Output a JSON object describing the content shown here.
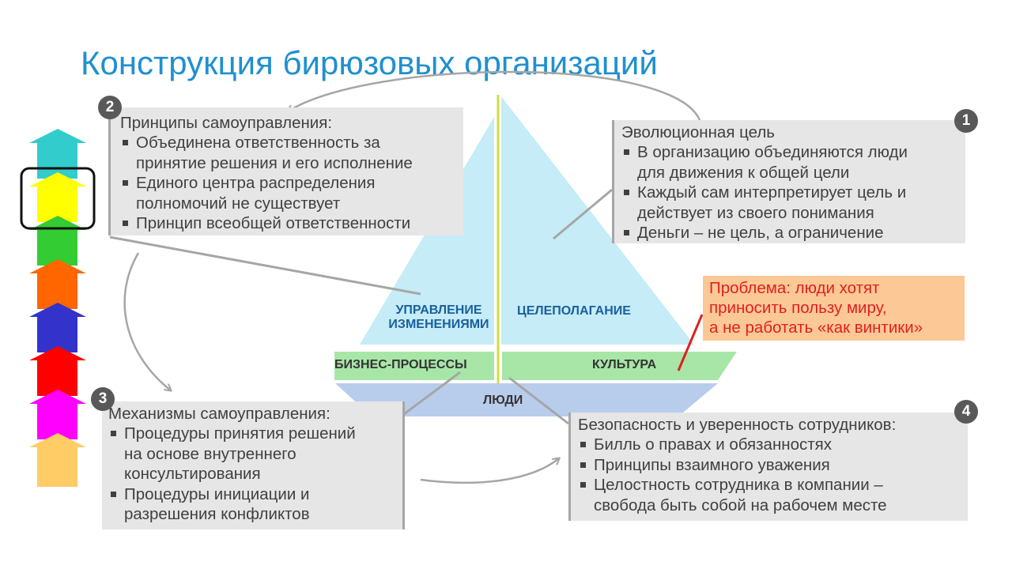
{
  "title": "Конструкция бирюзовых организаций",
  "boat": {
    "sail_left_label_line1": "УПРАВЛЕНИЕ",
    "sail_left_label_line2": "ИЗМЕНЕНИЯМИ",
    "sail_right_label": "ЦЕЛЕПОЛАГАНИЕ",
    "deck_left_label": "БИЗНЕС-ПРОЦЕССЫ",
    "deck_right_label": "КУЛЬТУРА",
    "hull_label": "ЛЮДИ"
  },
  "boxes": [
    {
      "number": "1",
      "heading": "Эволюционная цель",
      "items": [
        [
          "В организацию объединяются люди",
          "для движения к общей цели"
        ],
        [
          "Каждый сам интерпретирует цель и",
          "действует из своего понимания"
        ],
        [
          "Деньги – не цель, а ограничение"
        ]
      ]
    },
    {
      "number": "2",
      "heading": "Принципы самоуправления:",
      "items": [
        [
          "Объединена ответственность за",
          "принятие решения и его исполнение"
        ],
        [
          "Единого центра распределения",
          "полномочий не существует"
        ],
        [
          "Принцип всеобщей ответственности"
        ]
      ]
    },
    {
      "number": "3",
      "heading": "Механизмы самоуправления:",
      "items": [
        [
          "Процедуры принятия решений",
          "на основе внутреннего",
          "консультирования"
        ],
        [
          "Процедуры инициации и",
          "разрешения конфликтов"
        ]
      ]
    },
    {
      "number": "4",
      "heading": "Безопасность и уверенность сотрудников:",
      "items": [
        [
          "Билль о правах и обязанностях"
        ],
        [
          "Принципы взаимного уважения"
        ],
        [
          "Целостность сотрудника в компании –",
          "свобода быть собой на рабочем месте"
        ]
      ]
    }
  ],
  "problem": {
    "lines": [
      "Проблема: люди хотят",
      "приносить пользу миру,",
      "а не работать «как винтики»"
    ]
  },
  "colors": {
    "title": "#1f90d0",
    "sail": "#c5ecf7",
    "deck": "#a8e6a8",
    "hull": "#b8cdec",
    "box": "#e6e6e6",
    "problem_bg": "#fcc896",
    "problem_text": "#e02020",
    "spectrum": [
      "#33cccc",
      "#ffff00",
      "#33cc33",
      "#ff6600",
      "#3333cc",
      "#ff0000",
      "#ff00ff",
      "#ffcc66"
    ]
  },
  "spectrum": {
    "selected_index": 1
  }
}
